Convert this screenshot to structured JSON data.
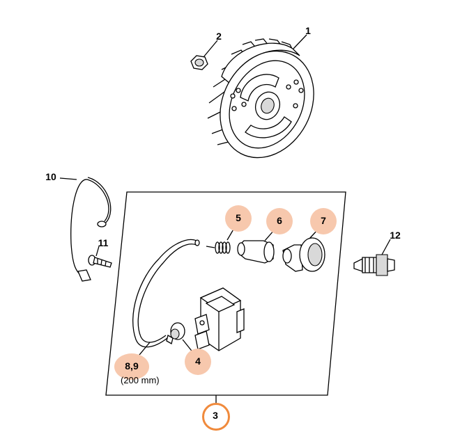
{
  "labels": {
    "p1": "1",
    "p2": "2",
    "p3": "3",
    "p4": "4",
    "p5": "5",
    "p6": "6",
    "p7": "7",
    "p89": "8,9",
    "p89_note": "(200 mm)",
    "p10": "10",
    "p11": "11",
    "p12": "12"
  },
  "colors": {
    "callout_fill": "#f7c8ad",
    "ring_stroke": "#f08a3c",
    "line": "#000000"
  }
}
